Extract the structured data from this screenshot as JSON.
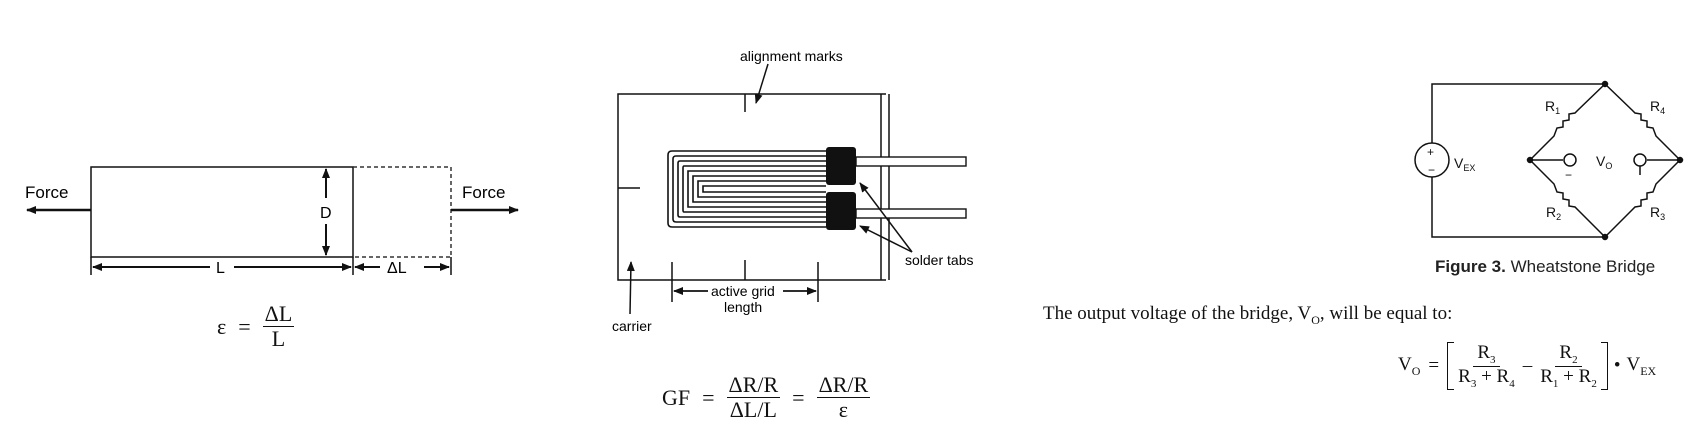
{
  "panel_bar": {
    "force_left": "Force",
    "force_right": "Force",
    "dim_d": "D",
    "dim_l": "L",
    "dim_dl": "ΔL",
    "equation": {
      "lhs": "ε",
      "eq": "=",
      "num": "ΔL",
      "den": "L"
    }
  },
  "panel_gauge": {
    "alignment_marks": "alignment marks",
    "solder_tabs": "solder tabs",
    "active_grid": "active grid",
    "length": "length",
    "carrier": "carrier",
    "equation": {
      "lhs": "GF",
      "eq1": "=",
      "num1": "ΔR/R",
      "den1": "ΔL/L",
      "eq2": "=",
      "num2": "ΔR/R",
      "den2": "ε"
    }
  },
  "panel_bridge": {
    "labels": {
      "r1": "R",
      "r1_sub": "1",
      "r2": "R",
      "r2_sub": "2",
      "r3": "R",
      "r3_sub": "3",
      "r4": "R",
      "r4_sub": "4",
      "vex": "V",
      "vex_sub": "EX",
      "vo": "V",
      "vo_sub": "O",
      "plus": "+",
      "minus": "−"
    },
    "caption_bold": "Figure 3.",
    "caption_text": "Wheatstone Bridge",
    "sentence_pre": "The output voltage of the bridge, V",
    "sentence_sub": "O",
    "sentence_post": ", will be equal to:",
    "formula": {
      "lhs": "V",
      "lhs_sub": "O",
      "eq": "=",
      "num1": "R",
      "num1_sub": "3",
      "den1a": "R",
      "den1a_sub": "3",
      "den1b": "R",
      "den1b_sub": "4",
      "minus": "–",
      "num2": "R",
      "num2_sub": "2",
      "den2a": "R",
      "den2a_sub": "1",
      "den2b": "R",
      "den2b_sub": "2",
      "plus": "+",
      "dot": "•",
      "rhs": "V",
      "rhs_sub": "EX"
    }
  }
}
